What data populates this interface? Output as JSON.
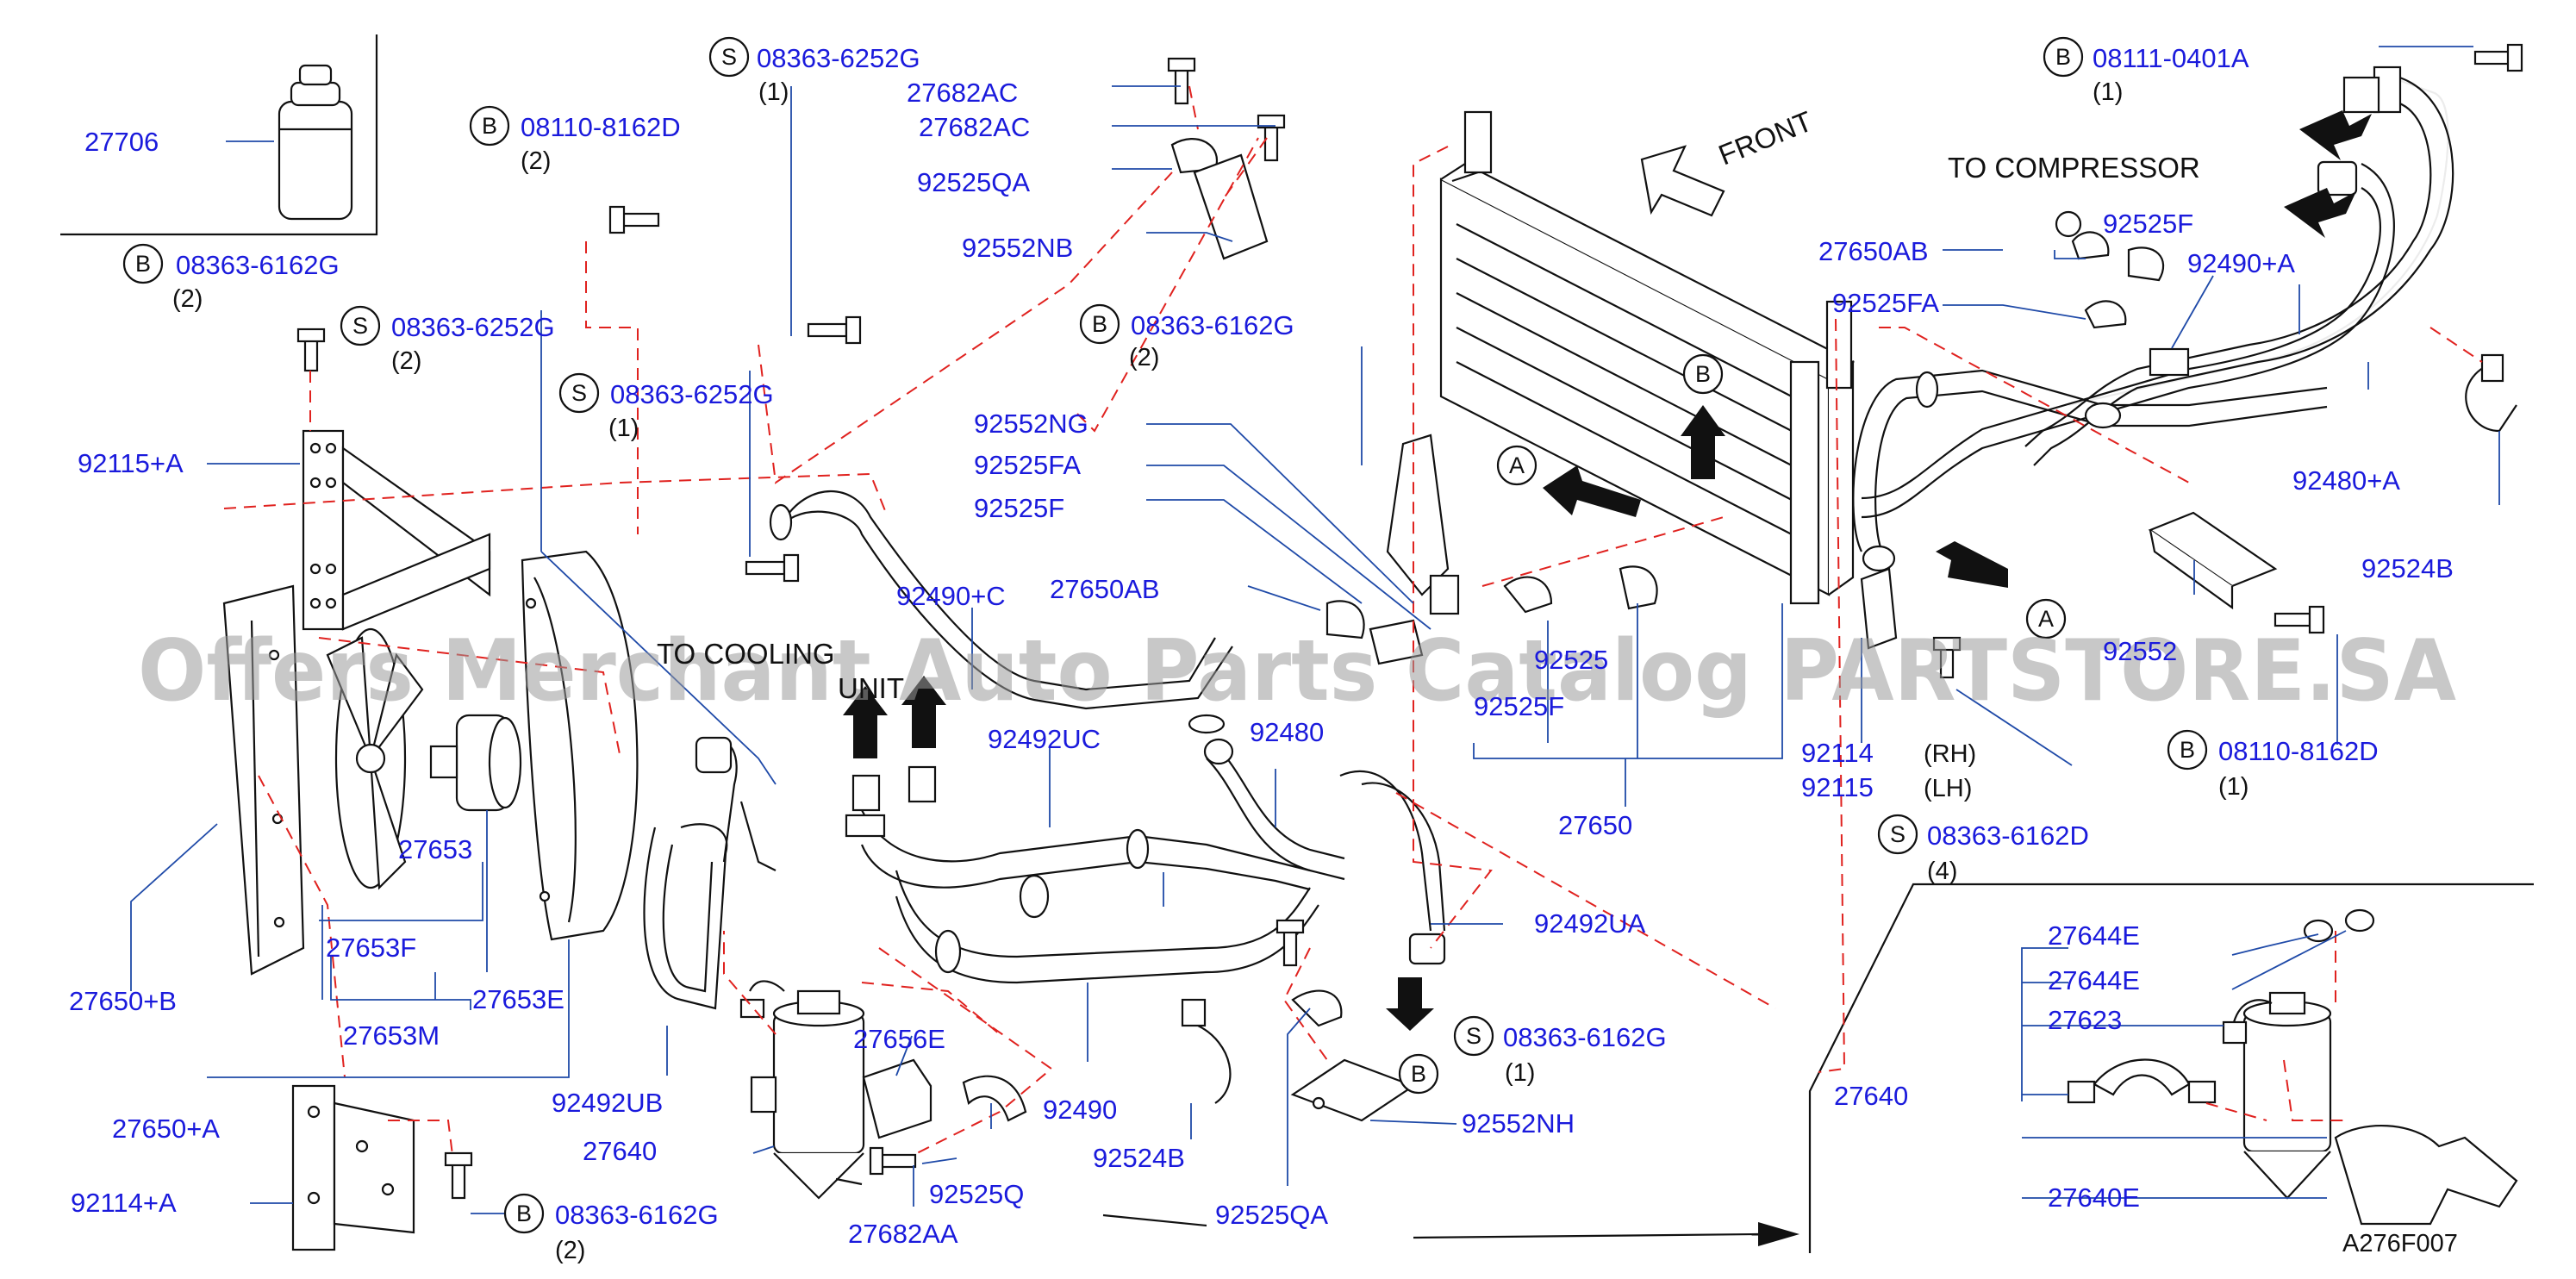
{
  "watermark": "Offers Merchant Auto Parts Catalog PARTSTORE.SA",
  "diagram_code": "A276F007",
  "direction_labels": {
    "front": "FRONT",
    "to_compressor": "TO  COMPRESSOR",
    "to_cooling_unit_1": "TO COOLING",
    "to_cooling_unit_2": "UNIT"
  },
  "part_labels": {
    "p27706": "27706",
    "p92115A": "92115+A",
    "p27650B": "27650+B",
    "p27650A": "27650+A",
    "p92114A": "92114+A",
    "p27653": "27653",
    "p27653F": "27653F",
    "p27653E": "27653E",
    "p27653M": "27653M",
    "p92492UB": "92492UB",
    "p27640": "27640",
    "p27656E": "27656E",
    "p92525Q": "92525Q",
    "p27682AA": "27682AA",
    "p92490": "92490",
    "p92524B_low": "92524B",
    "p92525QA_low": "92525QA",
    "p92552NH": "92552NH",
    "p92492UA": "92492UA",
    "p92480": "92480",
    "p92492UC": "92492UC",
    "p92490C": "92490+C",
    "p27650AB_mid": "27650AB",
    "p92525F_mid": "92525F",
    "p92525FA_mid": "92525FA",
    "p92552NG": "92552NG",
    "p92552NB": "92552NB",
    "p92525QA_top": "92525QA",
    "p27682AC_1": "27682AC",
    "p27682AC_2": "27682AC",
    "p92525F_lower": "92525F",
    "p92525_hidden": "92525",
    "p27650": "27650",
    "p92114": "92114",
    "p92115": "92115",
    "p27650AB_right": "27650AB",
    "p92525FA_right": "92525FA",
    "p92525F_right": "92525F",
    "p92490A": "92490+A",
    "p92480A": "92480+A",
    "p92524B_right": "92524B",
    "p92552_partial": "92552",
    "p27640_inset": "27640",
    "p27644E_1": "27644E",
    "p27644E_2": "27644E",
    "p27623": "27623",
    "p27640E": "27640E"
  },
  "fasteners": [
    {
      "type": "S",
      "code": "08363-6252G",
      "qty": "(1)"
    },
    {
      "type": "B",
      "code": "08110-8162D",
      "qty": "(2)"
    },
    {
      "type": "B",
      "code": "08363-6162G",
      "qty": "(2)"
    },
    {
      "type": "S",
      "code": "08363-6252G",
      "qty": "(2)"
    },
    {
      "type": "S",
      "code": "08363-6252G",
      "qty": "(1)"
    },
    {
      "type": "B",
      "code": "08363-6162G",
      "qty": "(2)"
    },
    {
      "type": "B",
      "code": "08111-0401A",
      "qty": "(1)"
    },
    {
      "type": "B",
      "code": "08110-8162D",
      "qty": "(1)"
    },
    {
      "type": "S",
      "code": "08363-6162D",
      "qty": "(4)"
    },
    {
      "type": "S",
      "code": "08363-6162G",
      "qty": "(1)"
    },
    {
      "type": "B",
      "code": "08363-6162G",
      "qty": "(2)"
    }
  ],
  "side_notes": {
    "rh": "(RH)",
    "lh": "(LH)"
  },
  "ref_markers": {
    "a": "A",
    "b": "B"
  },
  "colors": {
    "part_number": "#1a1adc",
    "leader": "#1f4aa8",
    "dashed_guide": "#e0221f",
    "drawing": "#111111",
    "watermark": "#9a9a9a"
  }
}
